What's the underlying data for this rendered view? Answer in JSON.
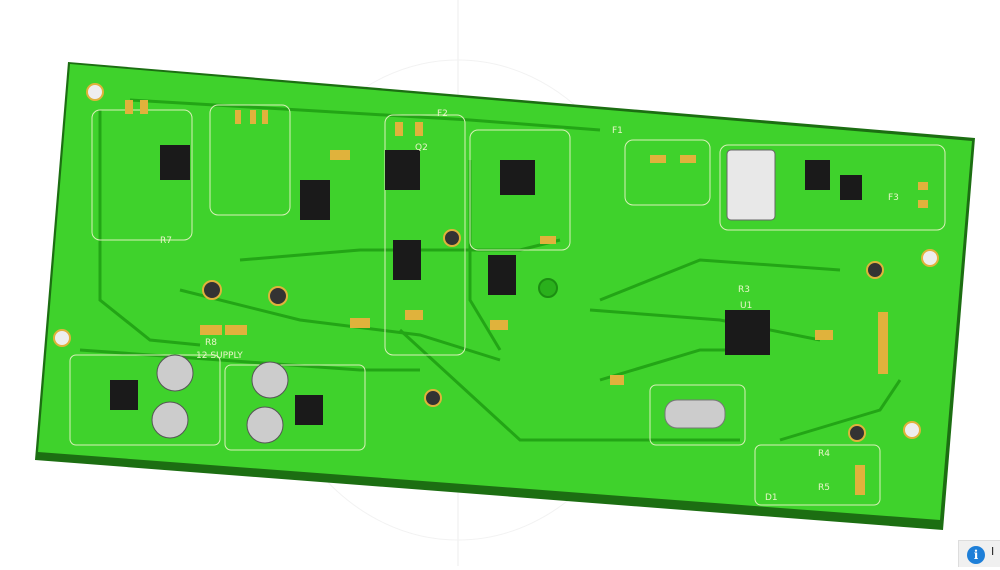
{
  "viewer": {
    "board_color": "#3fd22c",
    "trace_color": "#2ab01c",
    "edge_color": "#1c6e12",
    "pad_color": "#e0b23c",
    "silkscreen_labels": [
      "F2",
      "F1",
      "F3",
      "R3",
      "R4",
      "R5",
      "D1",
      "R7",
      "R8",
      "Q2",
      "U1",
      "12 SUPPLY"
    ],
    "info_badge": {
      "icon": "info-icon",
      "text": "I"
    }
  }
}
